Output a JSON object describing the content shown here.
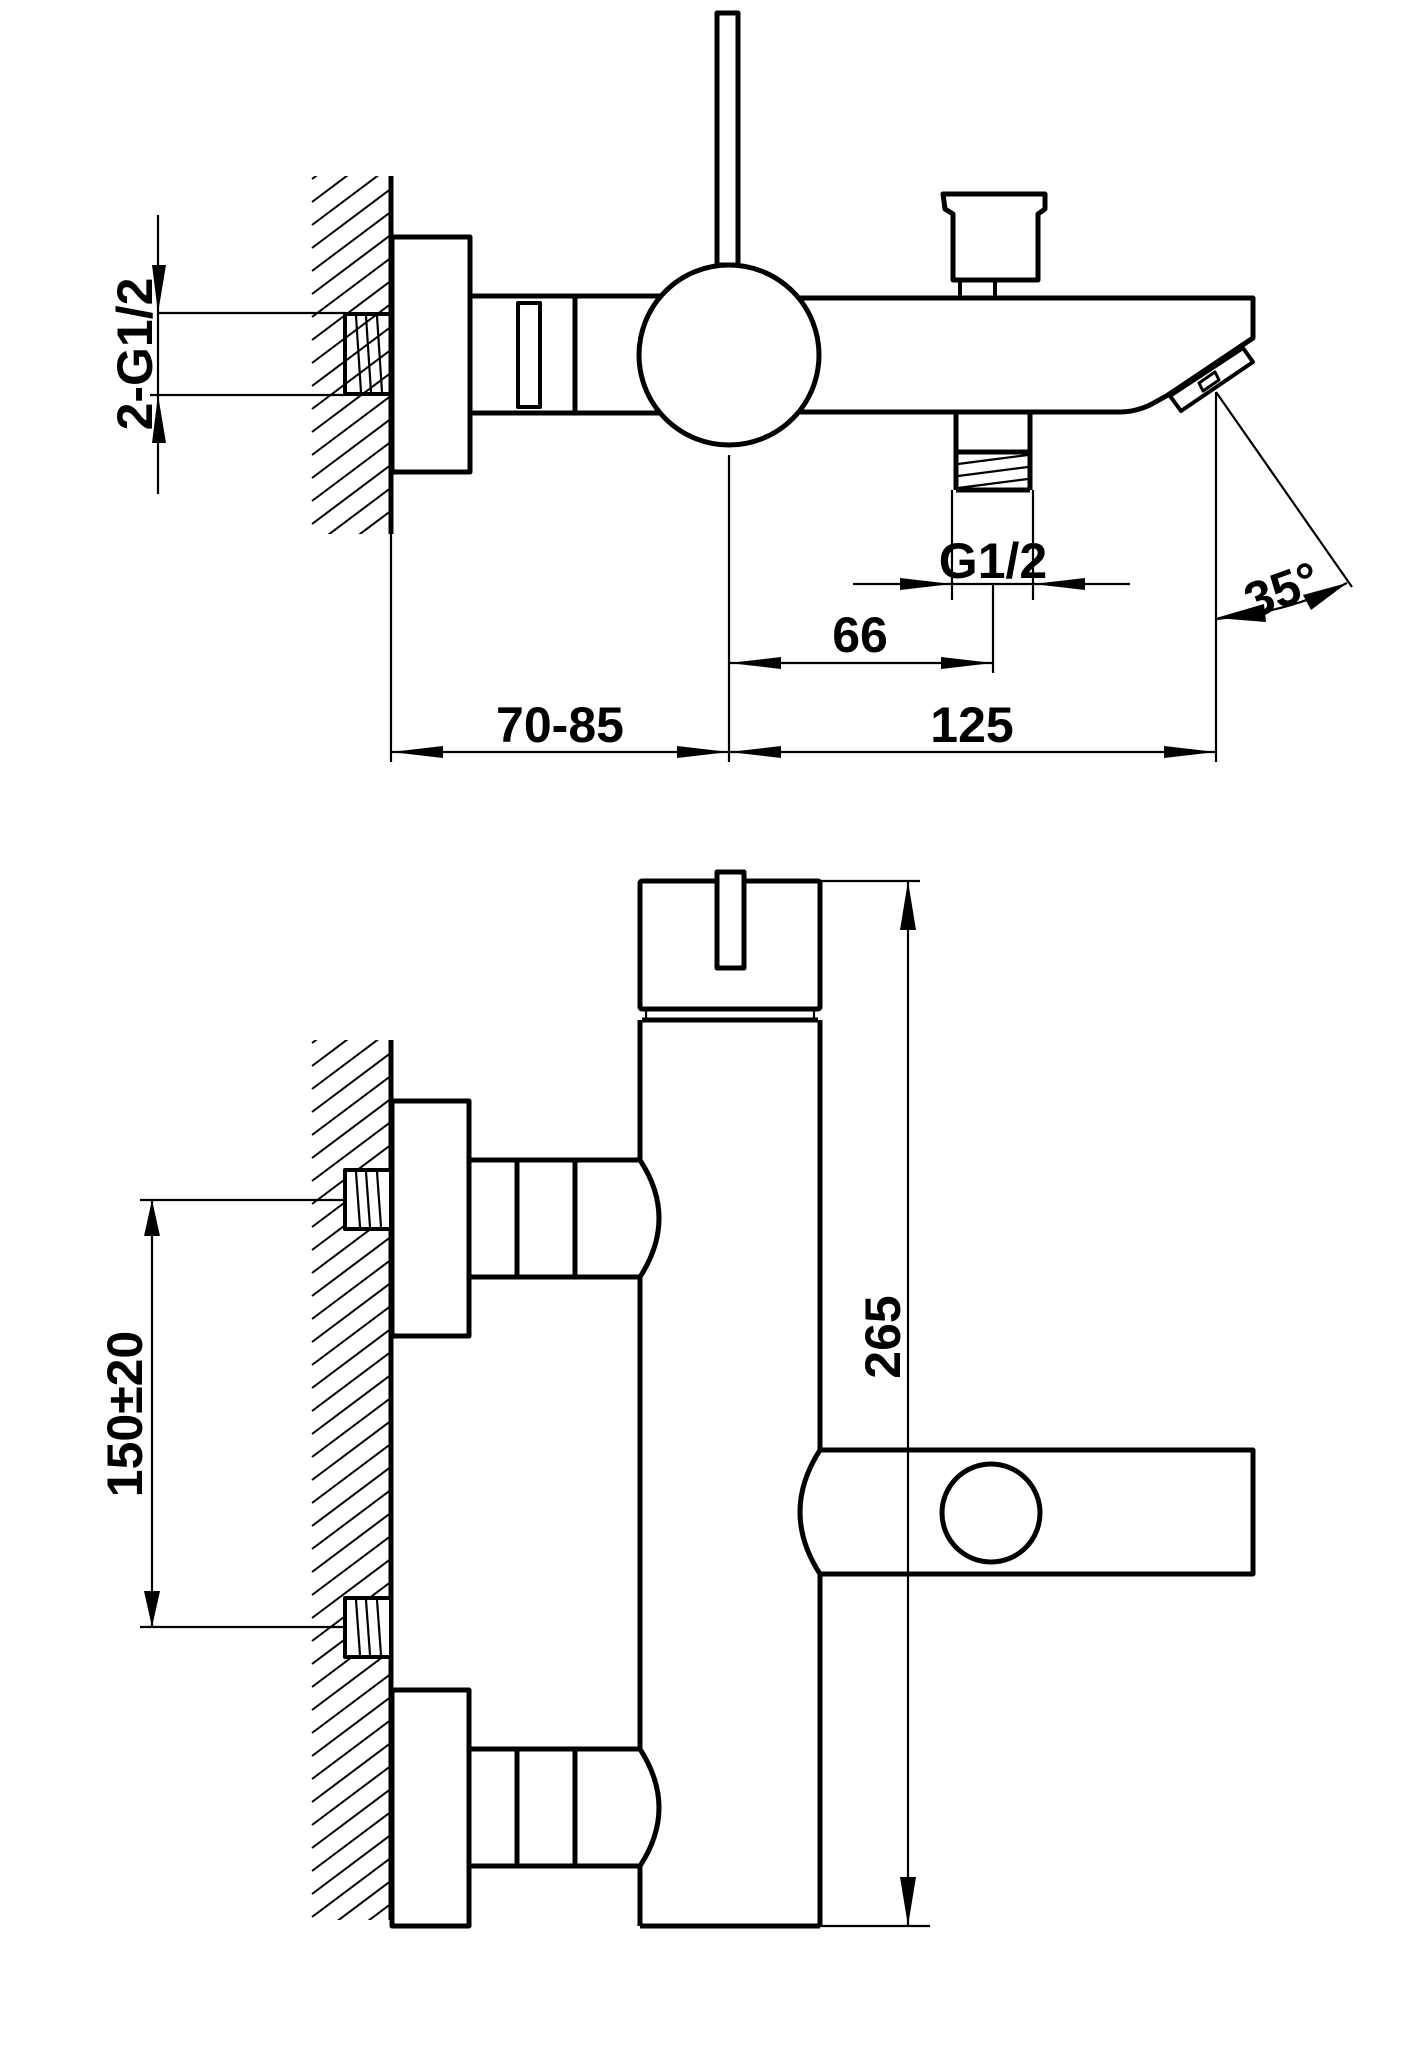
{
  "drawing": {
    "title": "Wall-mounted bath mixer technical drawing",
    "line_color": "#000000",
    "background": "#ffffff",
    "views": {
      "side_view": {
        "dimensions": {
          "inlet_thread": "2-G1/2",
          "outlet_thread": "G1/2",
          "wall_projection": "70-85",
          "spout_reach": "125",
          "diverter_offset": "66",
          "spout_angle": "35°"
        }
      },
      "front_view": {
        "dimensions": {
          "inlet_spacing": "150±20",
          "total_height": "265"
        }
      }
    }
  }
}
